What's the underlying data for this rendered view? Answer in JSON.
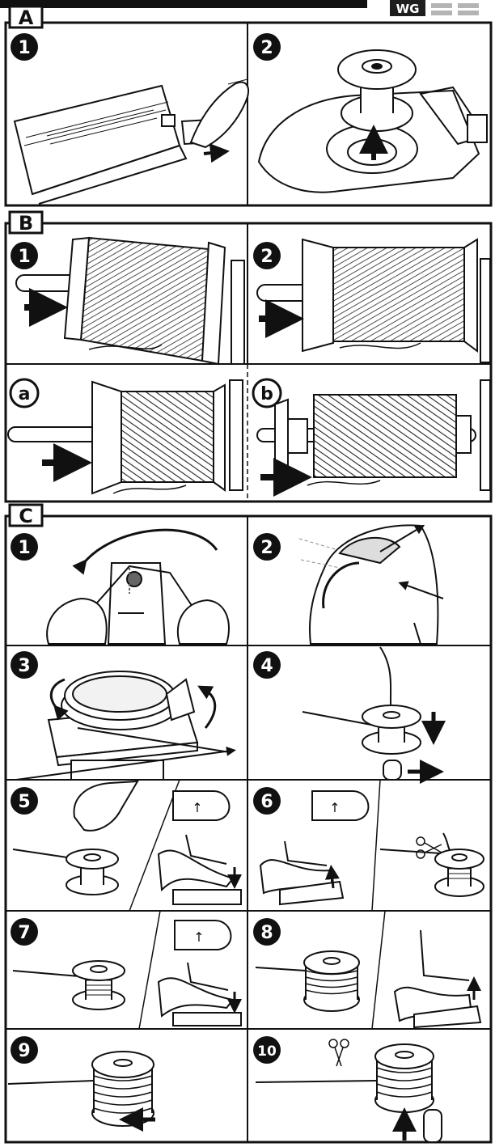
{
  "logo": {
    "text": "WG",
    "accent": "#1e1e1e",
    "bars": "#b4b4b4"
  },
  "colors": {
    "ink": "#111111",
    "panel_bg": "#ffffff",
    "thread": "#555555"
  },
  "sections": [
    {
      "label": "A",
      "steps": [
        "1",
        "2"
      ]
    },
    {
      "label": "B",
      "steps": [
        "1",
        "2",
        "a",
        "b"
      ]
    },
    {
      "label": "C",
      "steps": [
        "1",
        "2",
        "3",
        "4",
        "5",
        "6",
        "7",
        "8",
        "9",
        "10"
      ]
    }
  ],
  "icons": {
    "arrow": "arrow-icon",
    "spool": "thread-spool-icon",
    "bobbin": "bobbin-icon",
    "foot_pedal": "foot-pedal-icon",
    "scissors": "scissors-icon",
    "up_arrow_sign": "up-arrow-sign-icon",
    "hand": "hand-icon"
  },
  "pedal_sign": "↑"
}
